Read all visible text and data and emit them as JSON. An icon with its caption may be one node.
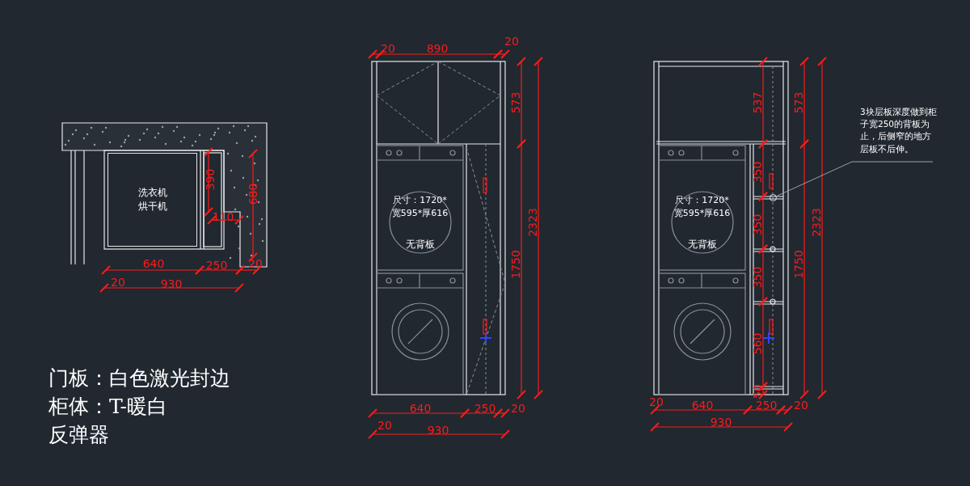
{
  "diagram": {
    "nodes": [
      {
        "text": [
          "洗衣机烘干机"
        ]
      },
      {
        "text": [
          "尺寸：1720*宽595*厚616",
          "无背板"
        ]
      },
      {
        "text": [
          "尺寸：1720*宽595*厚616",
          "无背板"
        ]
      },
      {
        "text": [
          "3块层板深度做到柜子宽250的背板为止，后侧窄的地方层板不后伸。"
        ]
      },
      {
        "text": [],
        "shape": "circle"
      }
    ],
    "edges": [
      {
        "from": 3,
        "to": 4,
        "arrow": "none"
      }
    ],
    "labels": [
      "390",
      "680",
      "110",
      "640",
      "250",
      "20",
      "20",
      "930",
      "20",
      "890",
      "20",
      "573",
      "2323",
      "1750",
      "640",
      "250",
      "20",
      "20",
      "930",
      "537",
      "573",
      "350",
      "350",
      "350",
      "2323",
      "1750",
      "560",
      "50",
      "20",
      "640",
      "250",
      "20",
      "930",
      "门板：白色激光封边",
      "柜体：T-暖白",
      "反弹器"
    ]
  }
}
